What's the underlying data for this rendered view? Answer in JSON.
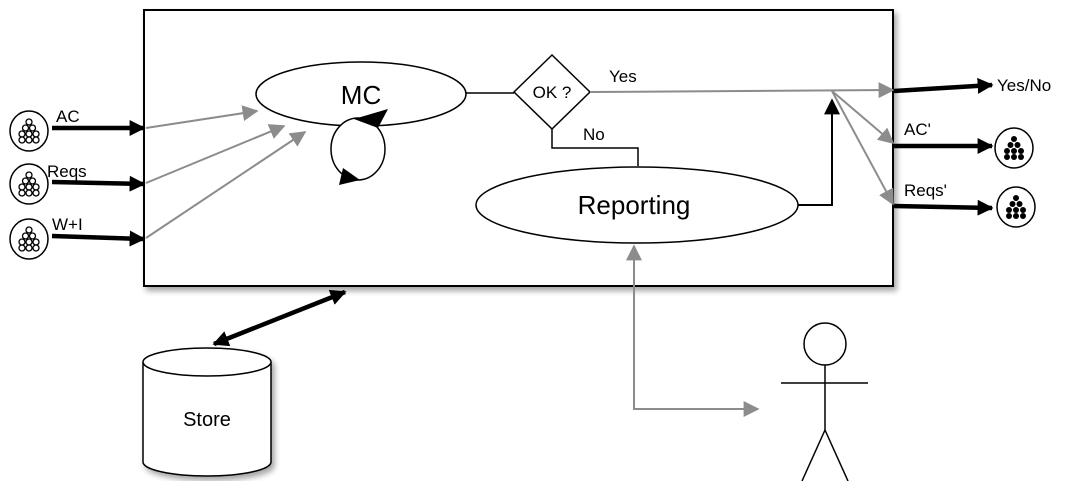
{
  "diagram": {
    "inputs": [
      "AC",
      "Reqs",
      "W+I"
    ],
    "process_label": "MC",
    "decision_label": "OK ?",
    "yes_label": "Yes",
    "no_label": "No",
    "reporting_label": "Reporting",
    "outputs": [
      "Yes/No",
      "AC'",
      "Reqs'"
    ],
    "store_label": "Store",
    "colors": {
      "line": "#000000",
      "flow": "#8c8c8c",
      "fill": "#ffffff",
      "shadow": "#bdbdbd"
    },
    "icons": {
      "token": "token-cluster-icon",
      "actor": "stick-figure-icon",
      "store": "database-cylinder-icon",
      "loop": "cycle-arrows-icon"
    }
  }
}
